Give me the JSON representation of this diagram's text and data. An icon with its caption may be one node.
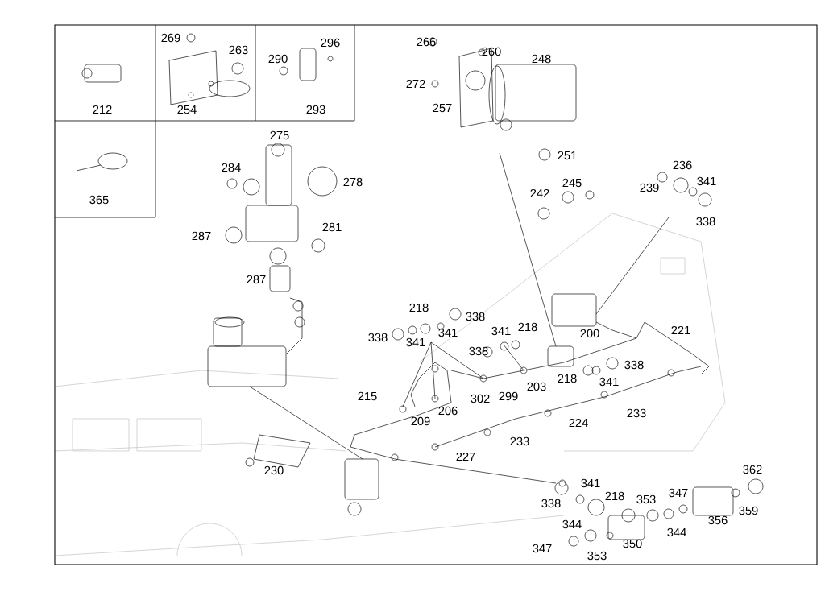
{
  "diagram": {
    "labels": [
      "269",
      "263",
      "290",
      "296",
      "266",
      "260",
      "248",
      "272",
      "212",
      "254",
      "293",
      "257",
      "275",
      "251",
      "284",
      "236",
      "365",
      "278",
      "242",
      "245",
      "239",
      "341",
      "287",
      "281",
      "338",
      "287",
      "218",
      "338",
      "338",
      "341",
      "341",
      "341",
      "218",
      "200",
      "221",
      "338",
      "338",
      "215",
      "302",
      "299",
      "203",
      "218",
      "341",
      "209",
      "206",
      "224",
      "233",
      "227",
      "233",
      "230",
      "341",
      "362",
      "338",
      "218",
      "353",
      "347",
      "359",
      "344",
      "344",
      "356",
      "347",
      "353",
      "350"
    ]
  }
}
